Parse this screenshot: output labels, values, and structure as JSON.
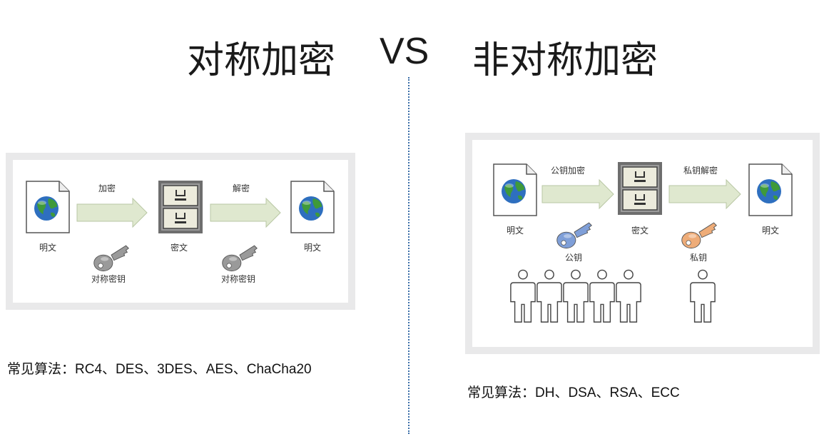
{
  "title": {
    "left": "对称加密",
    "vs": "VS",
    "right": "非对称加密"
  },
  "symmetric": {
    "encrypt_label": "加密",
    "decrypt_label": "解密",
    "plaintext_left": "明文",
    "ciphertext": "密文",
    "plaintext_right": "明文",
    "key_left": "对称密钥",
    "key_right": "对称密钥",
    "algorithms": "常见算法：RC4、DES、3DES、AES、ChaCha20"
  },
  "asymmetric": {
    "encrypt_label": "公钥加密",
    "decrypt_label": "私钥解密",
    "plaintext_left": "明文",
    "ciphertext": "密文",
    "plaintext_right": "明文",
    "public_key": "公钥",
    "private_key": "私钥",
    "algorithms": "常见算法：DH、DSA、RSA、ECC"
  },
  "colors": {
    "arrow": "#dfe8cf",
    "arrow_stroke": "#b9c7a4",
    "symmetric_key": "#9a9a9a",
    "public_key": "#7f9fd8",
    "private_key": "#eeac78",
    "divider": "#3b6ea8"
  }
}
